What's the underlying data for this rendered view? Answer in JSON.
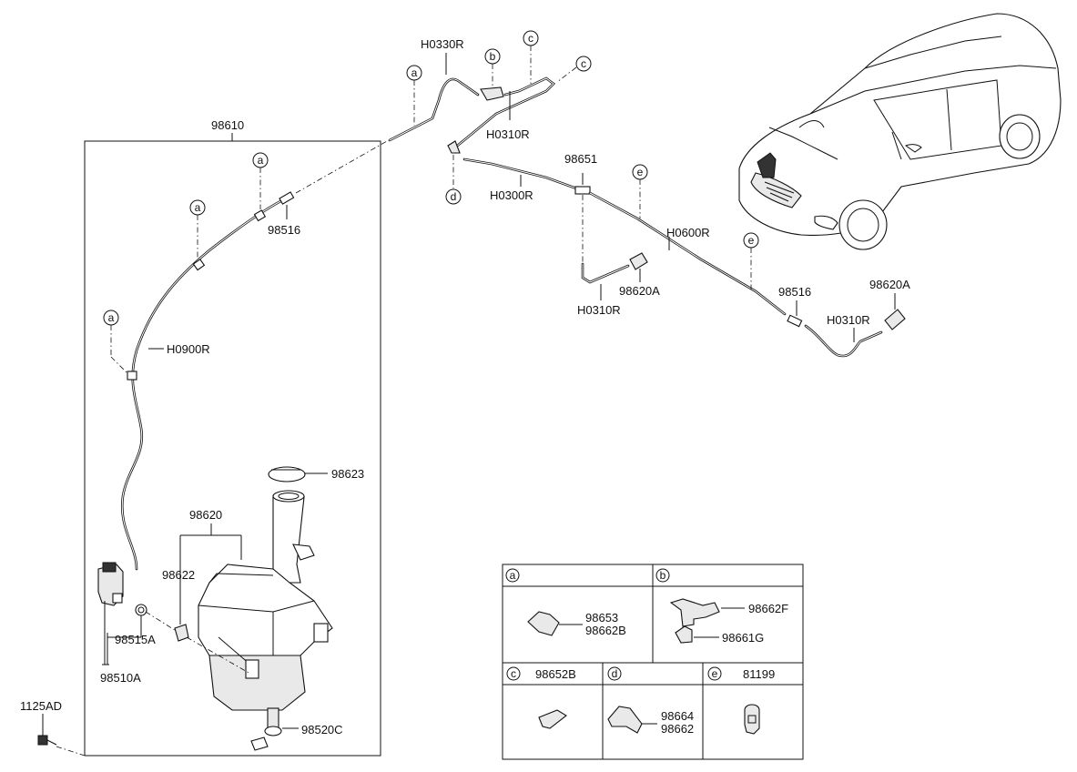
{
  "labels": {
    "assy": "98610",
    "hose_h0330r": "H0330R",
    "hose_h0310r_top": "H0310R",
    "hose_h0300r": "H0300R",
    "connector_98651": "98651",
    "hose_h0600r": "H0600R",
    "nozzle_98620a_mid": "98620A",
    "hose_h0310r_mid": "H0310R",
    "connector_98516_right": "98516",
    "nozzle_98620a_right": "98620A",
    "hose_h0310r_right": "H0310R",
    "connector_98516_left": "98516",
    "hose_h0900r": "H0900R",
    "cap_98623": "98623",
    "reservoir_98620": "98620",
    "filter_98622": "98622",
    "grommet_98515a": "98515A",
    "pump_98510a": "98510A",
    "sensor_98520c": "98520C",
    "bolt_1125ad": "1125AD"
  },
  "callouts": [
    "a",
    "b",
    "c",
    "d",
    "e"
  ],
  "legend": {
    "a": {
      "letter": "a",
      "parts": [
        "98653",
        "98662B"
      ]
    },
    "b": {
      "letter": "b",
      "parts": [
        "98662F",
        "98661G"
      ]
    },
    "c": {
      "letter": "c",
      "header": "98652B"
    },
    "d": {
      "letter": "d",
      "parts": [
        "98664",
        "98662"
      ]
    },
    "e": {
      "letter": "e",
      "header": "81199"
    }
  }
}
